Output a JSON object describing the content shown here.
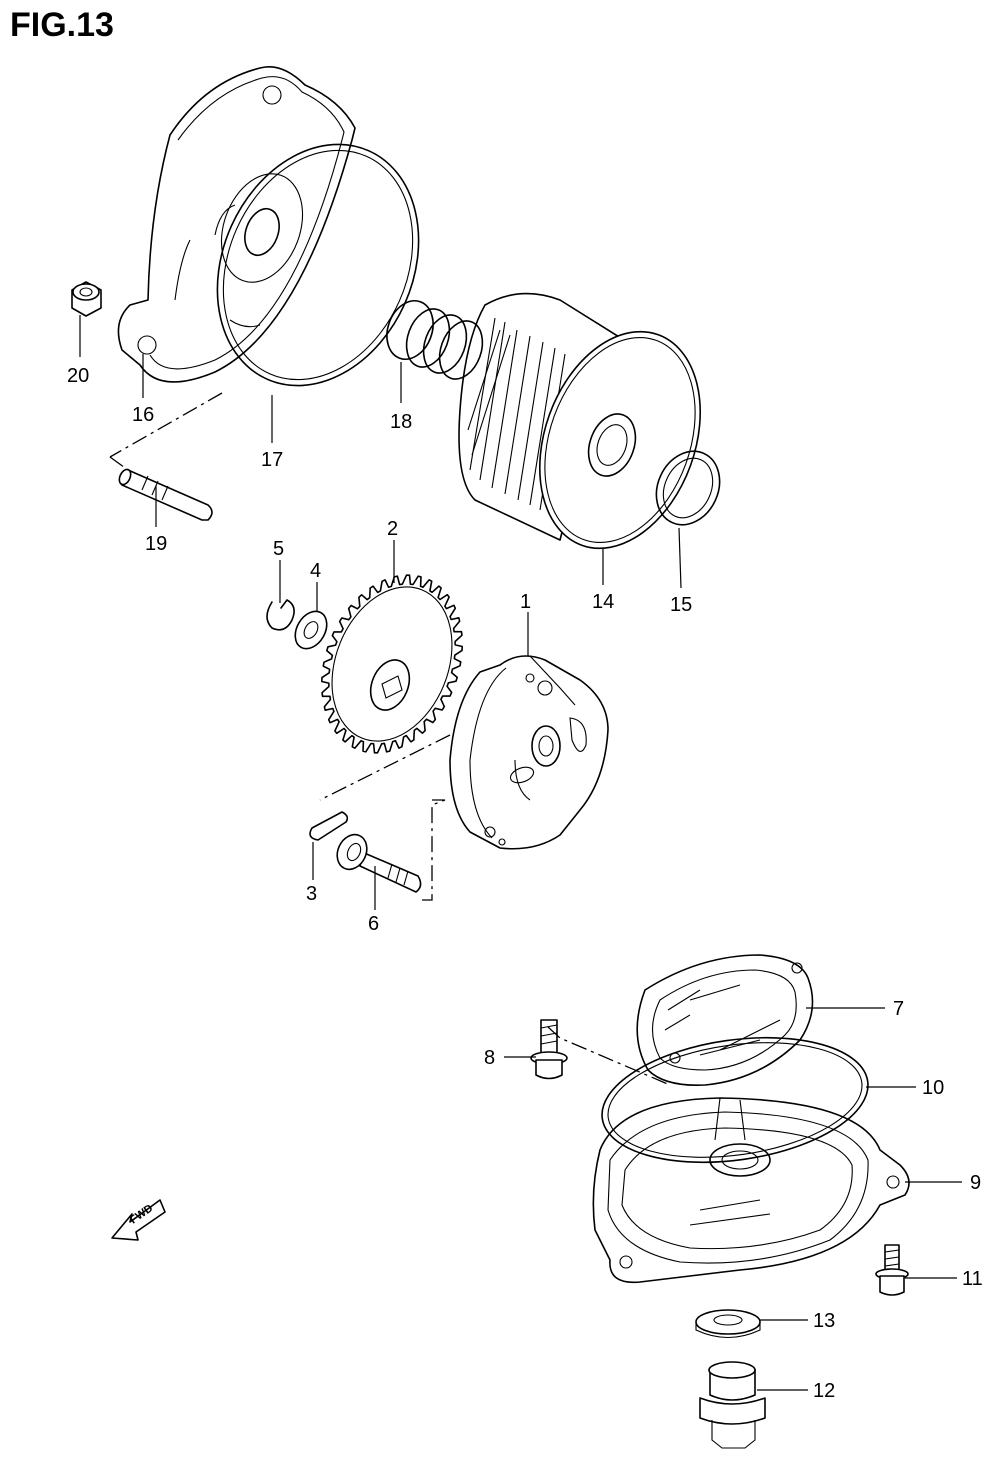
{
  "figure": {
    "title": "FIG.13"
  },
  "direction_marker": {
    "label": "FWD",
    "icon": "forward-arrow-icon"
  },
  "callouts": [
    {
      "id": "1",
      "label": "1"
    },
    {
      "id": "2",
      "label": "2"
    },
    {
      "id": "3",
      "label": "3"
    },
    {
      "id": "4",
      "label": "4"
    },
    {
      "id": "5",
      "label": "5"
    },
    {
      "id": "6",
      "label": "6"
    },
    {
      "id": "7",
      "label": "7"
    },
    {
      "id": "8",
      "label": "8"
    },
    {
      "id": "9",
      "label": "9"
    },
    {
      "id": "10",
      "label": "10"
    },
    {
      "id": "11",
      "label": "11"
    },
    {
      "id": "12",
      "label": "12"
    },
    {
      "id": "13",
      "label": "13"
    },
    {
      "id": "14",
      "label": "14"
    },
    {
      "id": "15",
      "label": "15"
    },
    {
      "id": "16",
      "label": "16"
    },
    {
      "id": "17",
      "label": "17"
    },
    {
      "id": "18",
      "label": "18"
    },
    {
      "id": "19",
      "label": "19"
    },
    {
      "id": "20",
      "label": "20"
    }
  ]
}
